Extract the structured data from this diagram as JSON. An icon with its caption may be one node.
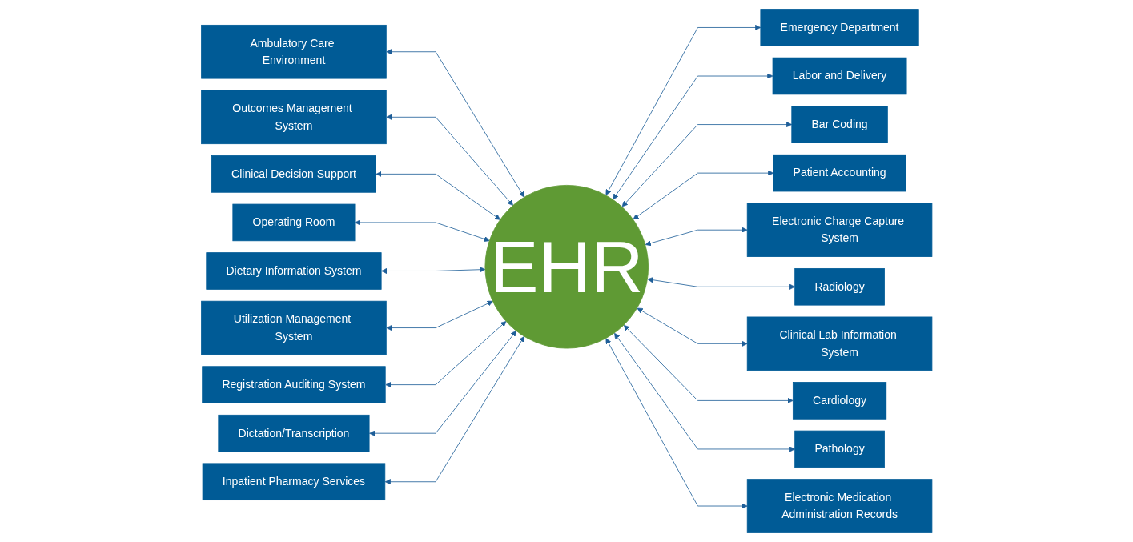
{
  "diagram": {
    "nodes": [
      {
        "text": [
          "Ambulatory Care Environment"
        ]
      },
      {
        "text": [
          "Outcomes Management System"
        ]
      },
      {
        "text": [
          "Emergency Department"
        ]
      },
      {
        "text": [
          "Labor and Delivery"
        ]
      },
      {
        "text": [
          "Clinical Decision Support"
        ]
      },
      {
        "text": [
          "Bar Coding"
        ]
      },
      {
        "text": [
          "Operating Room"
        ]
      },
      {
        "text": [
          "Patient Accounting"
        ]
      },
      {
        "text": [
          "Electronic Charge Capture System"
        ]
      },
      {
        "text": [
          "Dietary Information System"
        ]
      },
      {
        "text": [
          "EHR"
        ]
      },
      {
        "text": [
          "Radiology"
        ]
      },
      {
        "text": [
          "Utilization Management System"
        ]
      },
      {
        "text": [
          "Clinical Lab Information System"
        ]
      },
      {
        "text": [
          "Registration Auditing System"
        ]
      },
      {
        "text": [
          "Cardiology"
        ]
      },
      {
        "text": [
          "Dictation/Transcription"
        ]
      },
      {
        "text": [
          "Inpatient Pharmacy Services"
        ]
      },
      {
        "text": [
          "Pathology"
        ]
      },
      {
        "text": [
          "Electronic Medication Administration Records"
        ]
      }
    ],
    "edges": [
      {
        "from": 0,
        "to": 10,
        "arrow": "both"
      },
      {
        "from": 1,
        "to": 10,
        "arrow": "both"
      },
      {
        "from": 10,
        "to": 2,
        "arrow": "both"
      },
      {
        "from": 10,
        "to": 3,
        "arrow": "both"
      },
      {
        "from": 4,
        "to": 10,
        "arrow": "both"
      },
      {
        "from": 10,
        "to": 5,
        "arrow": "both"
      },
      {
        "from": 6,
        "to": 10,
        "arrow": "both"
      },
      {
        "from": 10,
        "to": 7,
        "arrow": "both"
      },
      {
        "from": 10,
        "to": 8,
        "arrow": "both"
      },
      {
        "from": 9,
        "to": 10,
        "arrow": "both"
      },
      {
        "from": 10,
        "to": 11,
        "arrow": "both"
      },
      {
        "from": 12,
        "to": 10,
        "arrow": "both"
      },
      {
        "from": 10,
        "to": 13,
        "arrow": "both"
      },
      {
        "from": 14,
        "to": 10,
        "arrow": "both"
      },
      {
        "from": 10,
        "to": 15,
        "arrow": "both"
      },
      {
        "from": 16,
        "to": 10,
        "arrow": "both"
      },
      {
        "from": 17,
        "to": 10,
        "arrow": "both"
      },
      {
        "from": 10,
        "to": 18,
        "arrow": "both"
      },
      {
        "from": 10,
        "to": 19,
        "arrow": "both"
      }
    ]
  }
}
